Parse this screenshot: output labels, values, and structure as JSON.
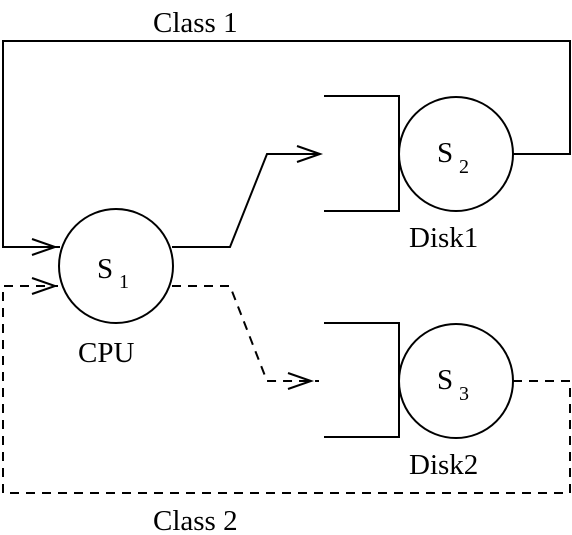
{
  "class_labels": {
    "class1": "Class 1",
    "class2": "Class 2"
  },
  "servers": {
    "cpu": {
      "symbol": "S",
      "subscript": "1",
      "label": "CPU"
    },
    "disk1": {
      "symbol": "S",
      "subscript": "2",
      "label": "Disk1"
    },
    "disk2": {
      "symbol": "S",
      "subscript": "3",
      "label": "Disk2"
    }
  },
  "line_styles": {
    "class1": "solid",
    "class2": "dashed"
  }
}
